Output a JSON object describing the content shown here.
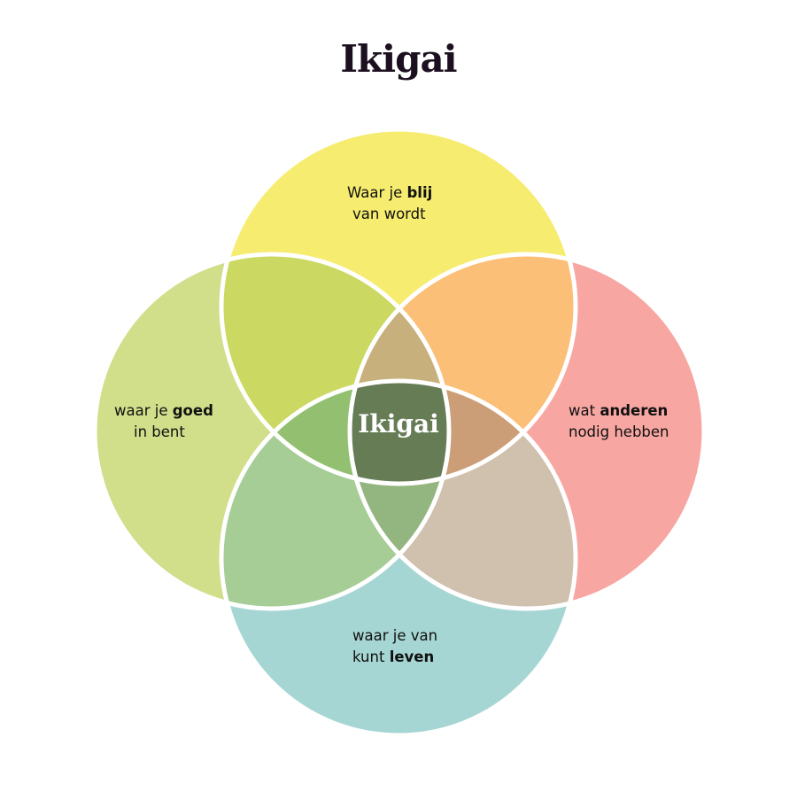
{
  "title": "Ikigai",
  "center_label": "Ikigai",
  "circles": {
    "top": {
      "line1_pre": "Waar je ",
      "line1_bold": "blij",
      "line2": "van wordt",
      "color": "#f6ec6f"
    },
    "left": {
      "line1_pre": "waar je ",
      "line1_bold": "goed",
      "line2": "in bent",
      "color": "#d1de8a"
    },
    "right": {
      "line1_pre": "wat ",
      "line1_bold": "anderen",
      "line2": "nodig hebben",
      "color": "#f7a6a2"
    },
    "bottom": {
      "line1": "waar je van",
      "line2_pre": "kunt ",
      "line2_bold": "leven",
      "color": "#a6d6d3"
    }
  },
  "overlap_colors": {
    "top_left": "#cbd862",
    "top_right": "#fbbf77",
    "bottom_left": "#a6cd96",
    "bottom_right": "#d0c0ae",
    "top_left_right": "#c8b07c",
    "bottom_left_right": "#93b580",
    "left_top_bottom": "#93c070",
    "right_top_bottom": "#cc9e78",
    "all": "#657c55"
  }
}
